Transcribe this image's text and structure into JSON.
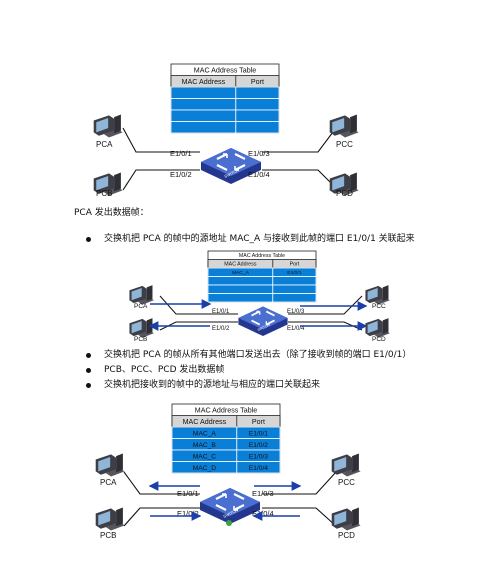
{
  "diagram1": {
    "table_title": "MAC Address Table",
    "col_mac": "MAC Address",
    "col_port": "Port",
    "rows": [],
    "pc_labels": {
      "pca": "PCA",
      "pcb": "PCB",
      "pcc": "PCC",
      "pcd": "PCD"
    },
    "ports": {
      "p1": "E1/0/1",
      "p2": "E1/0/2",
      "p3": "E1/0/3",
      "p4": "E1/0/4"
    },
    "switch_label": "SWITCH"
  },
  "caption": "PCA 发出数据帧：",
  "bullet1": "交换机把 PCA 的帧中的源地址 MAC_A 与接收到此帧的端口 E1/0/1 关联起来",
  "diagram2": {
    "table_title": "MAC Address Table",
    "col_mac": "MAC Address",
    "col_port": "Port",
    "rows": [
      {
        "mac": "MAC_A",
        "port": "E1/0/1"
      }
    ],
    "pc_labels": {
      "pca": "PCA",
      "pcb": "PCB",
      "pcc": "PCC",
      "pcd": "PCD"
    },
    "ports": {
      "p1": "E1/0/1",
      "p2": "E1/0/2",
      "p3": "E1/0/3",
      "p4": "E1/0/4"
    },
    "switch_label": "SWITCH"
  },
  "bullets2": [
    "交换机把 PCA 的帧从所有其他端口发送出去（除了接收到帧的端口 E1/0/1）",
    "PCB、PCC、PCD 发出数据帧",
    "交换机把接收到的帧中的源地址与相应的端口关联起来"
  ],
  "diagram3": {
    "table_title": "MAC Address Table",
    "col_mac": "MAC Address",
    "col_port": "Port",
    "rows": [
      {
        "mac": "MAC_A",
        "port": "E1/0/1"
      },
      {
        "mac": "MAC_B",
        "port": "E1/0/2"
      },
      {
        "mac": "MAC_C",
        "port": "E1/0/3"
      },
      {
        "mac": "MAC_D",
        "port": "E1/0/4"
      }
    ],
    "pc_labels": {
      "pca": "PCA",
      "pcb": "PCB",
      "pcc": "PCC",
      "pcd": "PCD"
    },
    "ports": {
      "p1": "E1/0/1",
      "p2": "E1/0/2",
      "p3": "E1/0/3",
      "p4": "E1/0/4"
    },
    "switch_label": "SWITCH"
  },
  "colors": {
    "table_fill": "#0a7fd8",
    "table_head": "#d0d0d0",
    "arrow": "#1a3fa8",
    "switch": "#3a55b8"
  }
}
